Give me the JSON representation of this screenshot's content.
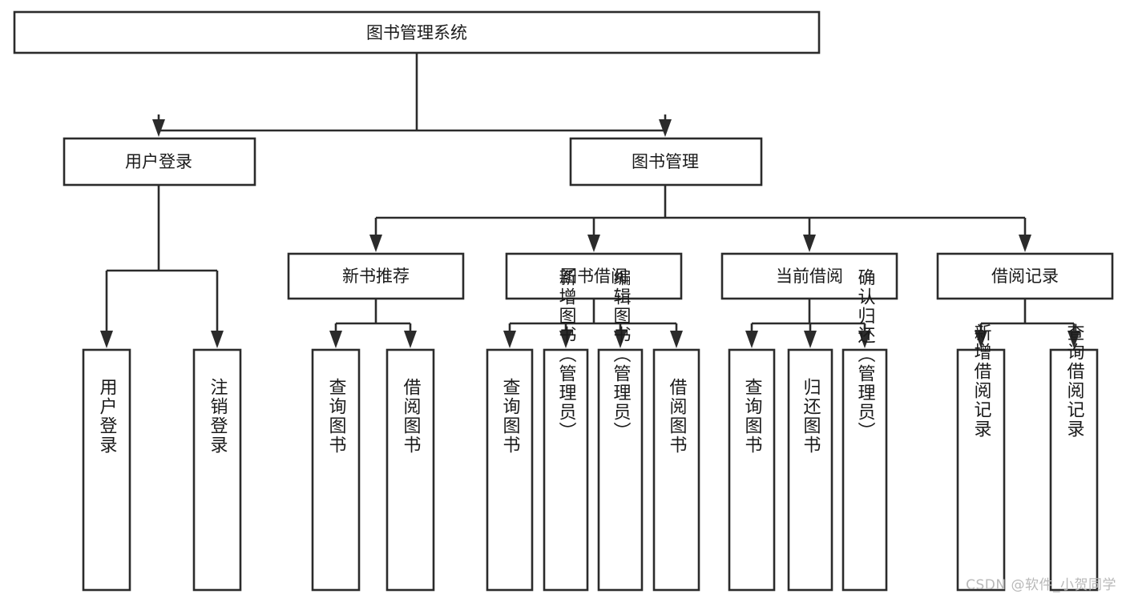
{
  "diagram": {
    "title": "图书管理系统",
    "watermark": "CSDN @软件_小贺同学",
    "colors": {
      "stroke": "#2b2b2b",
      "fill": "#ffffff",
      "text": "#1a1a1a",
      "watermark": "#b9b9b9"
    },
    "nodes": {
      "root": {
        "label": "图书管理系统",
        "orientation": "horizontal"
      },
      "level2": [
        {
          "id": "user-login",
          "label": "用户登录",
          "orientation": "horizontal"
        },
        {
          "id": "book-manage",
          "label": "图书管理",
          "orientation": "horizontal"
        }
      ],
      "level3": [
        {
          "id": "new-book-recommend",
          "label": "新书推荐",
          "orientation": "horizontal"
        },
        {
          "id": "book-borrow",
          "label": "图书借阅",
          "orientation": "horizontal"
        },
        {
          "id": "current-borrow",
          "label": "当前借阅",
          "orientation": "horizontal"
        },
        {
          "id": "borrow-record",
          "label": "借阅记录",
          "orientation": "horizontal"
        }
      ],
      "leaves": [
        {
          "id": "leaf-user-login",
          "label": "用户登录",
          "parent": "user-login",
          "orientation": "vertical"
        },
        {
          "id": "leaf-user-logout",
          "label": "注销登录",
          "parent": "user-login",
          "orientation": "vertical"
        },
        {
          "id": "leaf-query-book-1",
          "label": "查询图书",
          "parent": "new-book-recommend",
          "orientation": "vertical"
        },
        {
          "id": "leaf-borrow-book-1",
          "label": "借阅图书",
          "parent": "new-book-recommend",
          "orientation": "vertical"
        },
        {
          "id": "leaf-query-book-2",
          "label": "查询图书",
          "parent": "book-borrow",
          "orientation": "vertical"
        },
        {
          "id": "leaf-add-book",
          "label": "新增图书（管理员）",
          "parent": "book-borrow",
          "orientation": "vertical"
        },
        {
          "id": "leaf-edit-book",
          "label": "编辑图书（管理员）",
          "parent": "book-borrow",
          "orientation": "vertical"
        },
        {
          "id": "leaf-borrow-book-2",
          "label": "借阅图书",
          "parent": "book-borrow",
          "orientation": "vertical"
        },
        {
          "id": "leaf-query-book-3",
          "label": "查询图书",
          "parent": "current-borrow",
          "orientation": "vertical"
        },
        {
          "id": "leaf-return-book",
          "label": "归还图书",
          "parent": "current-borrow",
          "orientation": "vertical"
        },
        {
          "id": "leaf-confirm-return",
          "label": "确认归还（管理员）",
          "parent": "current-borrow",
          "orientation": "vertical"
        },
        {
          "id": "leaf-add-record",
          "label": "新增借阅记录",
          "parent": "borrow-record",
          "orientation": "vertical"
        },
        {
          "id": "leaf-query-record",
          "label": "查询借阅记录",
          "parent": "borrow-record",
          "orientation": "vertical"
        }
      ]
    }
  }
}
